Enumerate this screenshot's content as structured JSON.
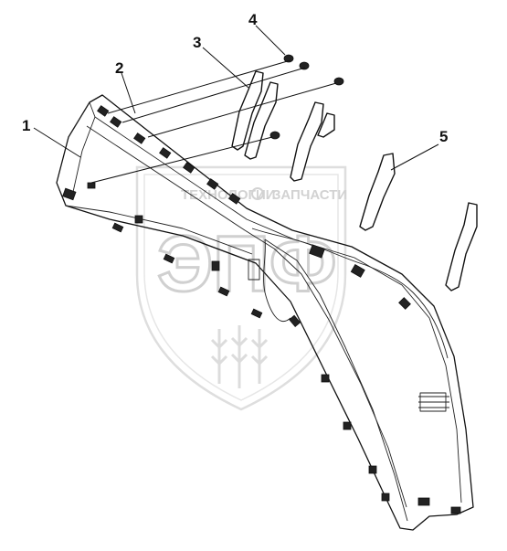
{
  "watermark": {
    "brand_top": "ТЕХНОЛОГИИ",
    "brand_right": "ЗАПЧАСТИ",
    "logo": "ЭПФ"
  },
  "callouts": [
    {
      "id": "1",
      "label": "1"
    },
    {
      "id": "2",
      "label": "2"
    },
    {
      "id": "3",
      "label": "3"
    },
    {
      "id": "4",
      "label": "4"
    },
    {
      "id": "5",
      "label": "5"
    }
  ]
}
